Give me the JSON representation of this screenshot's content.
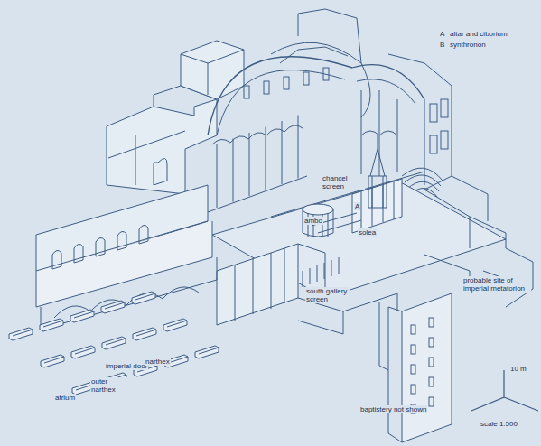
{
  "diagram": {
    "labels": [
      "A",
      "altar and ciborium",
      "B",
      "synthronon",
      "chancel screen",
      "A",
      "ambo",
      "solea",
      "south gallery screen",
      "probable site of imperial metatorion",
      "imperial door",
      "outer narthex",
      "narthex",
      "atrium",
      "baptistery not shown",
      "10 m",
      "scale 1:500"
    ]
  }
}
